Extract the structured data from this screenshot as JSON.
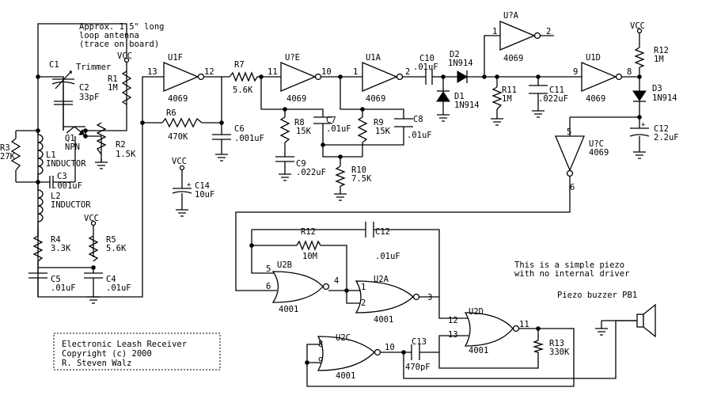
{
  "antenna": {
    "line1": "Approx. 1.5\" long",
    "line2": "loop antenna",
    "line3": "(trace on board)"
  },
  "vcc": "VCC",
  "c1": {
    "name": "C1",
    "note": "Trimmer"
  },
  "c2": {
    "name": "C2",
    "value": "33pF"
  },
  "r1": {
    "name": "R1",
    "value": "1M"
  },
  "r2": {
    "name": "R2",
    "value": "1.5K"
  },
  "r3": {
    "name": "R3",
    "value": "27K"
  },
  "q1": {
    "name": "Q1",
    "value": "NPN"
  },
  "l1": {
    "name": "L1",
    "value": "INDUCTOR"
  },
  "c3": {
    "name": "C3",
    "value": ".001uF"
  },
  "l2": {
    "name": "L2",
    "value": "INDUCTOR"
  },
  "r4": {
    "name": "R4",
    "value": "3.3K"
  },
  "r5": {
    "name": "R5",
    "value": "5.6K"
  },
  "c5": {
    "name": "C5",
    "value": ".01uF"
  },
  "c4": {
    "name": "C4",
    "value": ".01uF"
  },
  "u1f": {
    "name": "U1F",
    "chip": "4069",
    "pin_in": "13",
    "pin_out": "12"
  },
  "r6": {
    "name": "R6",
    "value": "470K"
  },
  "c6": {
    "name": "C6",
    "value": ".001uF"
  },
  "c14": {
    "name": "C14",
    "value": "10uF"
  },
  "r7": {
    "name": "R7",
    "value": "5.6K"
  },
  "u1e": {
    "name": "U?E",
    "chip": "4069",
    "pin_in": "11",
    "pin_out": "10"
  },
  "r8": {
    "name": "R8",
    "value": "15K"
  },
  "c7": {
    "name": "C7",
    "value": ".01uF"
  },
  "c9": {
    "name": "C9",
    "value": ".022uF"
  },
  "r10": {
    "name": "R10",
    "value": "7.5K"
  },
  "u1a": {
    "name": "U1A",
    "chip": "4069",
    "pin_in": "1",
    "pin_out": "2"
  },
  "r9": {
    "name": "R9",
    "value": "15K"
  },
  "c8": {
    "name": "C8",
    "value": ".01uF"
  },
  "c10": {
    "name": "C10",
    "value": ".01uF"
  },
  "d2": {
    "name": "D2",
    "value": "1N914"
  },
  "d1": {
    "name": "D1",
    "value": "1N914"
  },
  "u2a_inv": {
    "name": "U?A",
    "chip": "4069",
    "pin_in": "1",
    "pin_out": "2"
  },
  "r11": {
    "name": "R11",
    "value": "1M"
  },
  "c11": {
    "name": "C11",
    "value": ".022uF"
  },
  "u1d": {
    "name": "U1D",
    "chip": "4069",
    "pin_in": "9",
    "pin_out": "8"
  },
  "r12a": {
    "name": "R12",
    "value": "1M"
  },
  "d3": {
    "name": "D3",
    "value": "1N914"
  },
  "c12a": {
    "name": "C12",
    "value": "2.2uF"
  },
  "upc": {
    "name": "U?C",
    "chip": "4069",
    "pin_in": "5",
    "pin_out": "6"
  },
  "r12b": {
    "name": "R12",
    "value": "10M"
  },
  "c12b": {
    "name": "C12",
    "value": ".01uF"
  },
  "u2b": {
    "name": "U2B",
    "chip": "4001",
    "pin_a": "5",
    "pin_b": "6",
    "pin_out": "4"
  },
  "u2a": {
    "name": "U2A",
    "chip": "4001",
    "pin_a": "1",
    "pin_b": "2",
    "pin_out": "3"
  },
  "u2d": {
    "name": "U2D",
    "chip": "4001",
    "pin_a": "12",
    "pin_b": "13",
    "pin_out": "11"
  },
  "u2c": {
    "name": "U2C",
    "chip": "4001",
    "pin_a": "8",
    "pin_b": "9",
    "pin_out": "10"
  },
  "c13": {
    "name": "C13",
    "value": "470pF"
  },
  "r13": {
    "name": "R13",
    "value": "330K"
  },
  "piezo_note": {
    "line1": "This is a simple piezo",
    "line2": "with no internal driver"
  },
  "buzzer": "Piezo buzzer PB1",
  "title": {
    "line1": "Electronic Leash Receiver",
    "line2": "Copyright (c) 2000",
    "line3": "R. Steven Walz"
  }
}
